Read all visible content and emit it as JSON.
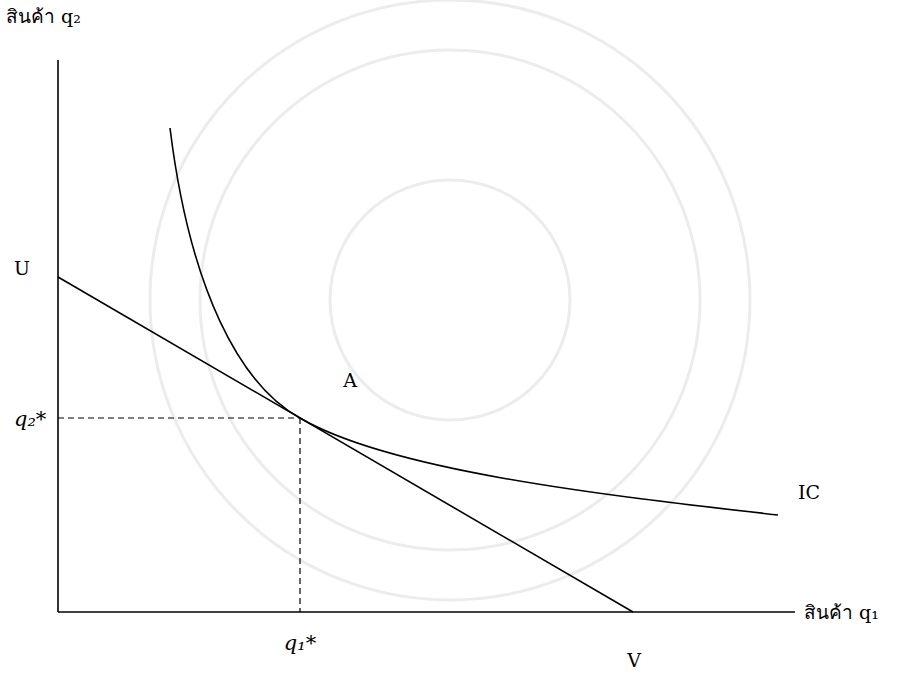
{
  "diagram": {
    "labels": [
      "สินค้า q₂",
      "U",
      "A",
      "q₂*",
      "IC",
      "สินค้า q₁",
      "q₁*",
      "V"
    ]
  }
}
